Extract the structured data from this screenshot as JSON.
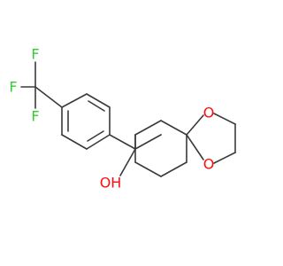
{
  "molecule": {
    "colors": {
      "bond": "#3a3a3a",
      "fluorine": "#33cc33",
      "oxygen": "#ff0d0d",
      "background": "#ffffff"
    },
    "labels": {
      "f_top": "F",
      "f_left": "F",
      "f_bottom": "F",
      "o_upper_ring": "O",
      "o_lower_ring": "O",
      "hydroxyl": "OH"
    }
  }
}
